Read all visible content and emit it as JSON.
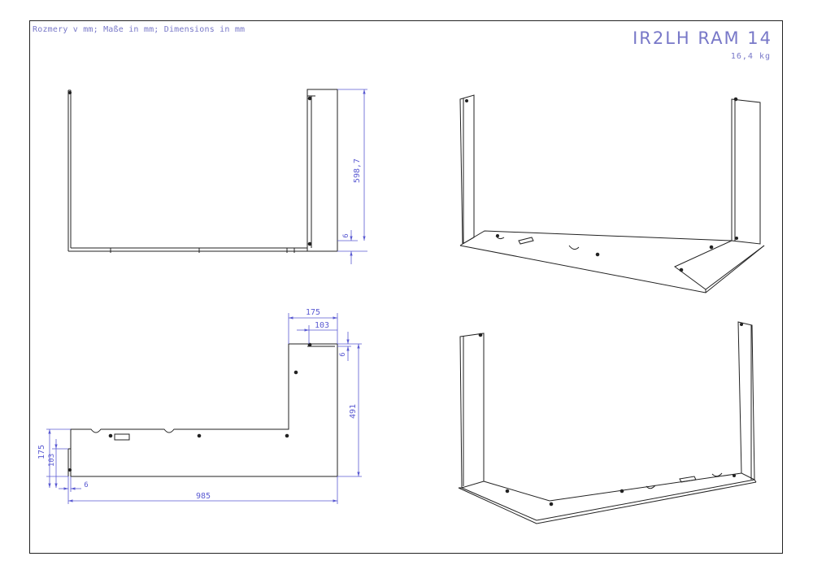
{
  "header": {
    "units_note": "Rozmery v mm; Maße in mm; Dimensions in mm",
    "title": "IR2LH RAM 14",
    "weight": "16,4 kg"
  },
  "dimensions": {
    "front_height": "598,7",
    "front_thickness": "6",
    "top_width_outer": "175",
    "top_width_inner": "103",
    "top_thickness": "6",
    "top_depth": "491",
    "left_outer": "175",
    "left_inner": "103",
    "bottom_thickness": "6",
    "overall_width": "985"
  },
  "colors": {
    "line": "#222222",
    "dimension": "#5a5ad2"
  }
}
